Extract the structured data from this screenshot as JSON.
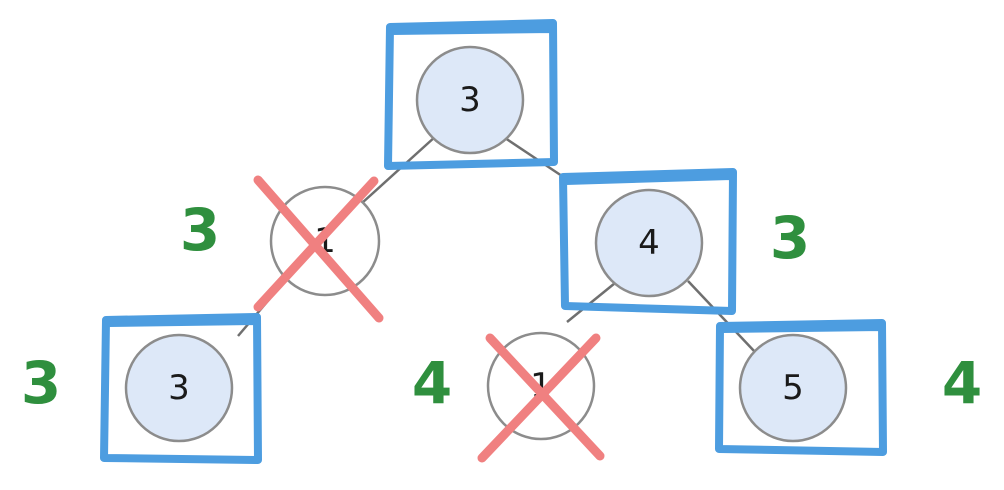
{
  "tree": {
    "nodes": [
      {
        "id": "root",
        "value": "3",
        "good": true
      },
      {
        "id": "left",
        "value": "1",
        "good": false
      },
      {
        "id": "right",
        "value": "4",
        "good": true
      },
      {
        "id": "left-left",
        "value": "3",
        "good": true
      },
      {
        "id": "right-left",
        "value": "1",
        "good": false
      },
      {
        "id": "right-right",
        "value": "5",
        "good": true
      }
    ],
    "edges": [
      [
        "root",
        "left"
      ],
      [
        "root",
        "right"
      ],
      [
        "left",
        "left-left"
      ],
      [
        "right",
        "right-left"
      ],
      [
        "right",
        "right-right"
      ]
    ]
  },
  "annotations": {
    "left": "3",
    "right": "3",
    "left-left": "3",
    "right-left": "4",
    "right-right": "4"
  },
  "colors": {
    "highlight": "#4d9de0",
    "cross": "#f08080",
    "annotation": "#2f8f3e",
    "good_fill": "#dde8f8",
    "edge": "#6f6f6f"
  }
}
